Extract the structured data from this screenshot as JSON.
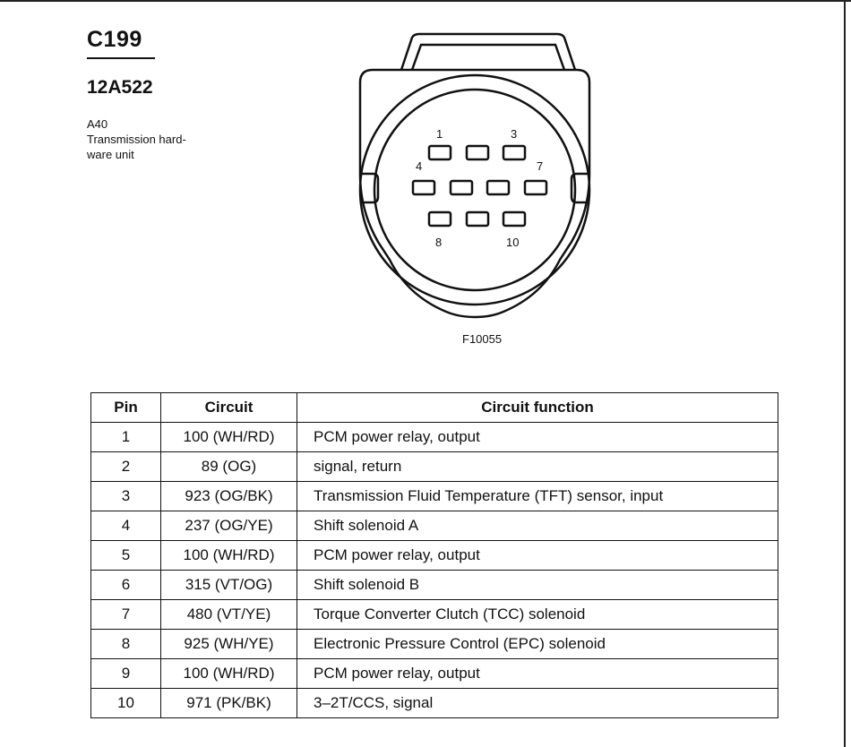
{
  "connector": {
    "id": "C199",
    "part_number": "12A522",
    "description_lines": [
      "A40",
      "Transmission hard-",
      "ware unit"
    ],
    "figure_code": "F10055",
    "pin_labels": [
      "1",
      "3",
      "4",
      "7",
      "8",
      "10"
    ]
  },
  "table": {
    "headers": [
      "Pin",
      "Circuit",
      "Circuit function"
    ],
    "rows": [
      [
        "1",
        "100 (WH/RD)",
        "PCM power relay, output"
      ],
      [
        "2",
        "89 (OG)",
        "signal, return"
      ],
      [
        "3",
        "923 (OG/BK)",
        "Transmission Fluid Temperature (TFT) sensor, input"
      ],
      [
        "4",
        "237 (OG/YE)",
        "Shift solenoid A"
      ],
      [
        "5",
        "100 (WH/RD)",
        "PCM power relay, output"
      ],
      [
        "6",
        "315 (VT/OG)",
        "Shift solenoid B"
      ],
      [
        "7",
        "480 (VT/YE)",
        "Torque Converter Clutch (TCC) solenoid"
      ],
      [
        "8",
        "925 (WH/YE)",
        "Electronic Pressure Control (EPC) solenoid"
      ],
      [
        "9",
        "100 (WH/RD)",
        "PCM power relay, output"
      ],
      [
        "10",
        "971 (PK/BK)",
        "3–2T/CCS, signal"
      ]
    ]
  }
}
